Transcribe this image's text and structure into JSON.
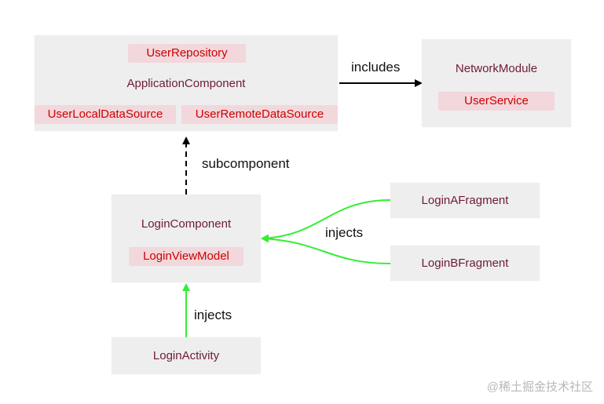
{
  "components": {
    "application": {
      "label": "ApplicationComponent",
      "top_item": "UserRepository",
      "left_item": "UserLocalDataSource",
      "right_item": "UserRemoteDataSource"
    },
    "network": {
      "label": "NetworkModule",
      "item": "UserService"
    },
    "login": {
      "label": "LoginComponent",
      "item": "LoginViewModel"
    },
    "login_activity": {
      "label": "LoginActivity"
    },
    "login_a_fragment": {
      "label": "LoginAFragment"
    },
    "login_b_fragment": {
      "label": "LoginBFragment"
    }
  },
  "edges": {
    "includes": "includes",
    "subcomponent": "subcomponent",
    "injects_activity": "injects",
    "injects_fragments": "injects"
  },
  "colors": {
    "box_bg": "#eeeeee",
    "chip_bg": "#f2d7dc",
    "chip_text": "#cc0000",
    "component_text": "#6e1a38",
    "inject_arrow": "#33ee33",
    "structural_arrow": "#000000"
  },
  "watermark": "@稀土掘金技术社区"
}
